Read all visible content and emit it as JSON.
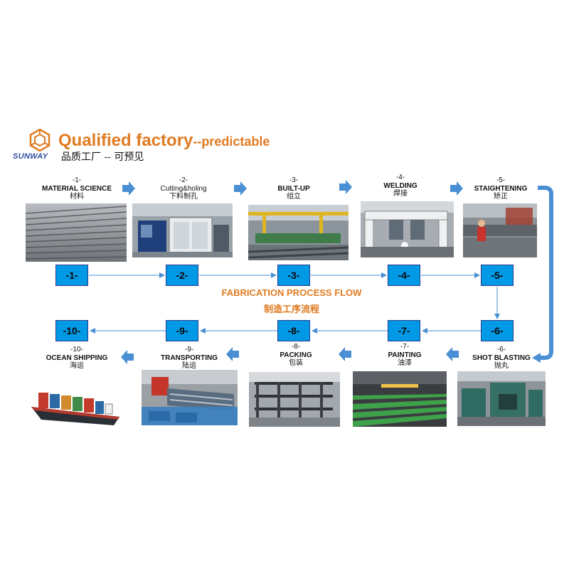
{
  "header": {
    "logo_text": "SUNWAY",
    "title_main": "Qualified factory",
    "title_suffix": "--predictable",
    "subtitle": "品质工厂 -- 可预见"
  },
  "center": {
    "title_en": "FABRICATION PROCESS FLOW",
    "title_zh": "制造工序流程"
  },
  "steps": [
    {
      "num": "-1-",
      "en": "MATERIAL SCIENCE",
      "zh": "材料",
      "box": "-1-"
    },
    {
      "num": "-2-",
      "en": "Cutting&holing",
      "zh": "下料制孔",
      "box": "-2-"
    },
    {
      "num": "-3-",
      "en": "BUILT-UP",
      "zh": "组立",
      "box": "-3-"
    },
    {
      "num": "-4-",
      "en": "WELDING",
      "zh": "焊接",
      "box": "-4-"
    },
    {
      "num": "-5-",
      "en": "STAIGHTENING",
      "zh": "矫正",
      "box": "-5-"
    },
    {
      "num": "-6-",
      "en": "SHOT BLASTING",
      "zh": "抛丸",
      "box": "-6-"
    },
    {
      "num": "-7-",
      "en": "PAINTING",
      "zh": "油漆",
      "box": "-7-"
    },
    {
      "num": "-8-",
      "en": "PACKING",
      "zh": "包装",
      "box": "-8-"
    },
    {
      "num": "-9-",
      "en": "TRANSPORTING",
      "zh": "陆运",
      "box": "-9-"
    },
    {
      "num": "-10-",
      "en": "OCEAN SHIPPING",
      "zh": "海运",
      "box": "-10-"
    }
  ],
  "colors": {
    "accent": "#e07b22",
    "box_fill": "#0099e6",
    "arrow": "#4a8fd4",
    "logo_blue": "#2f4fa0"
  }
}
